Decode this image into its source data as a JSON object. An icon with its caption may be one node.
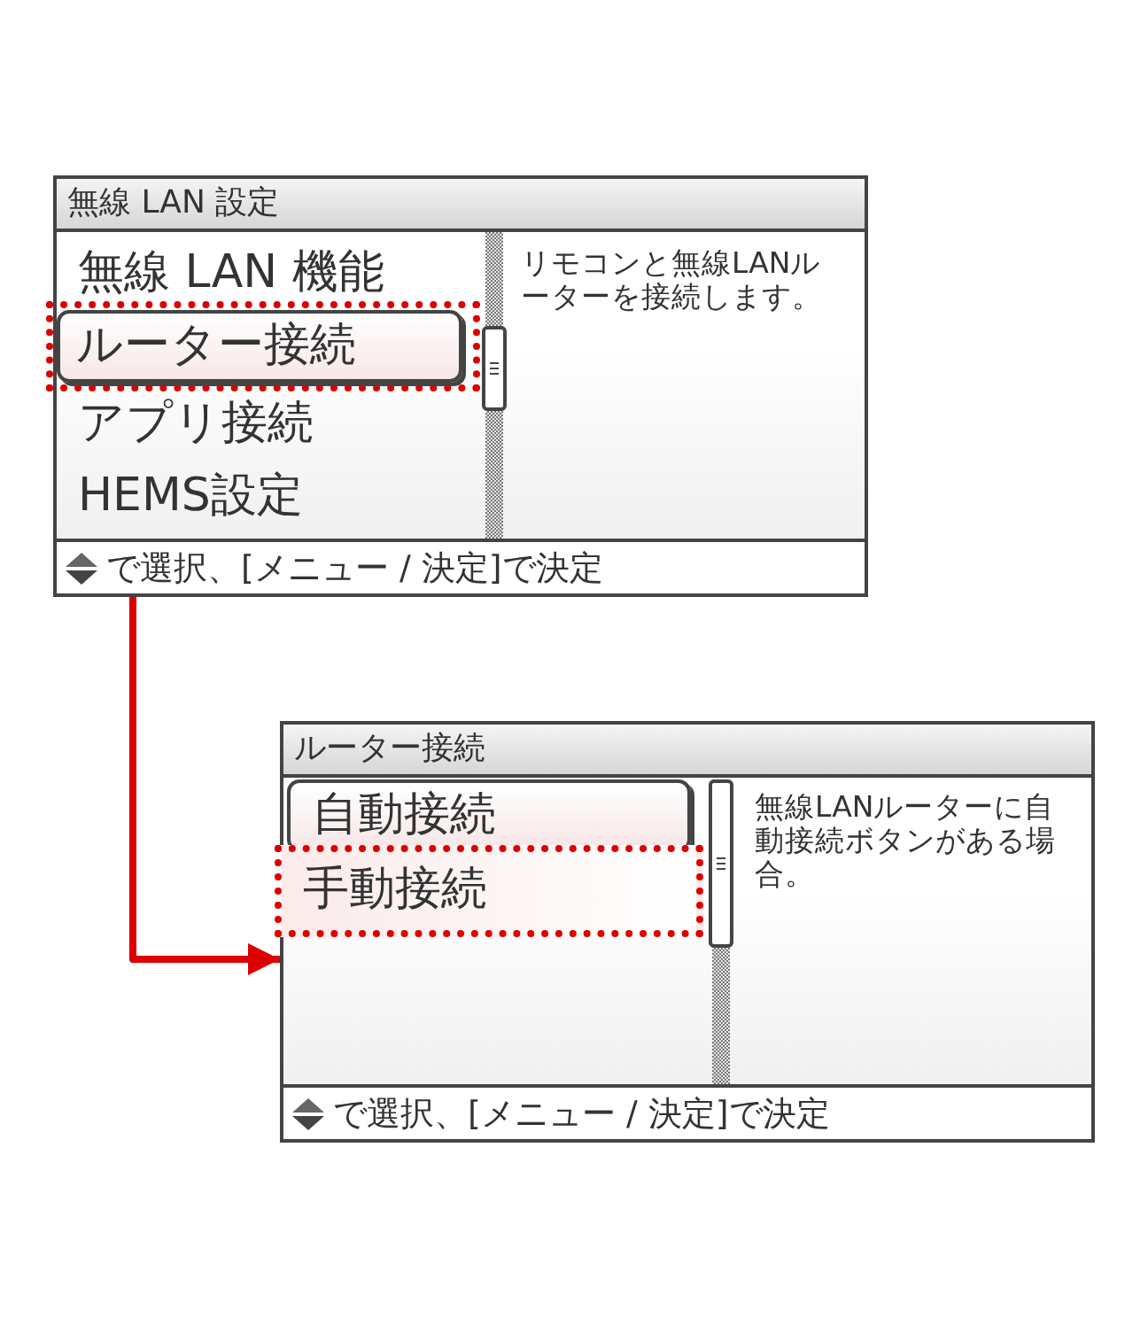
{
  "diagram": {
    "nodes": [
      {
        "text": [
          "無線 LAN 設定",
          "リモコンと無線LANルーターを接続します。",
          "で選択、[メニュー / 決定]で決定"
        ]
      },
      {
        "text": [
          "無線 LAN 機能"
        ],
        "in": 0
      },
      {
        "text": [
          "ルーター接続"
        ],
        "in": 0
      },
      {
        "text": [
          "アプリ接続"
        ],
        "in": 0
      },
      {
        "text": [
          "HEMS設定"
        ],
        "in": 0
      },
      {
        "text": [
          "ルーター接続",
          "無線LANルーターに自動接続ボタンがある場合。",
          "で選択、[メニュー / 決定]で決定"
        ]
      },
      {
        "text": [
          "自動接続"
        ],
        "in": 5
      },
      {
        "text": [
          "手動接続"
        ],
        "in": 5
      }
    ],
    "edges": [
      {
        "from": 0,
        "to": 5,
        "arrow": "to",
        "color": "#dd0000"
      }
    ]
  }
}
